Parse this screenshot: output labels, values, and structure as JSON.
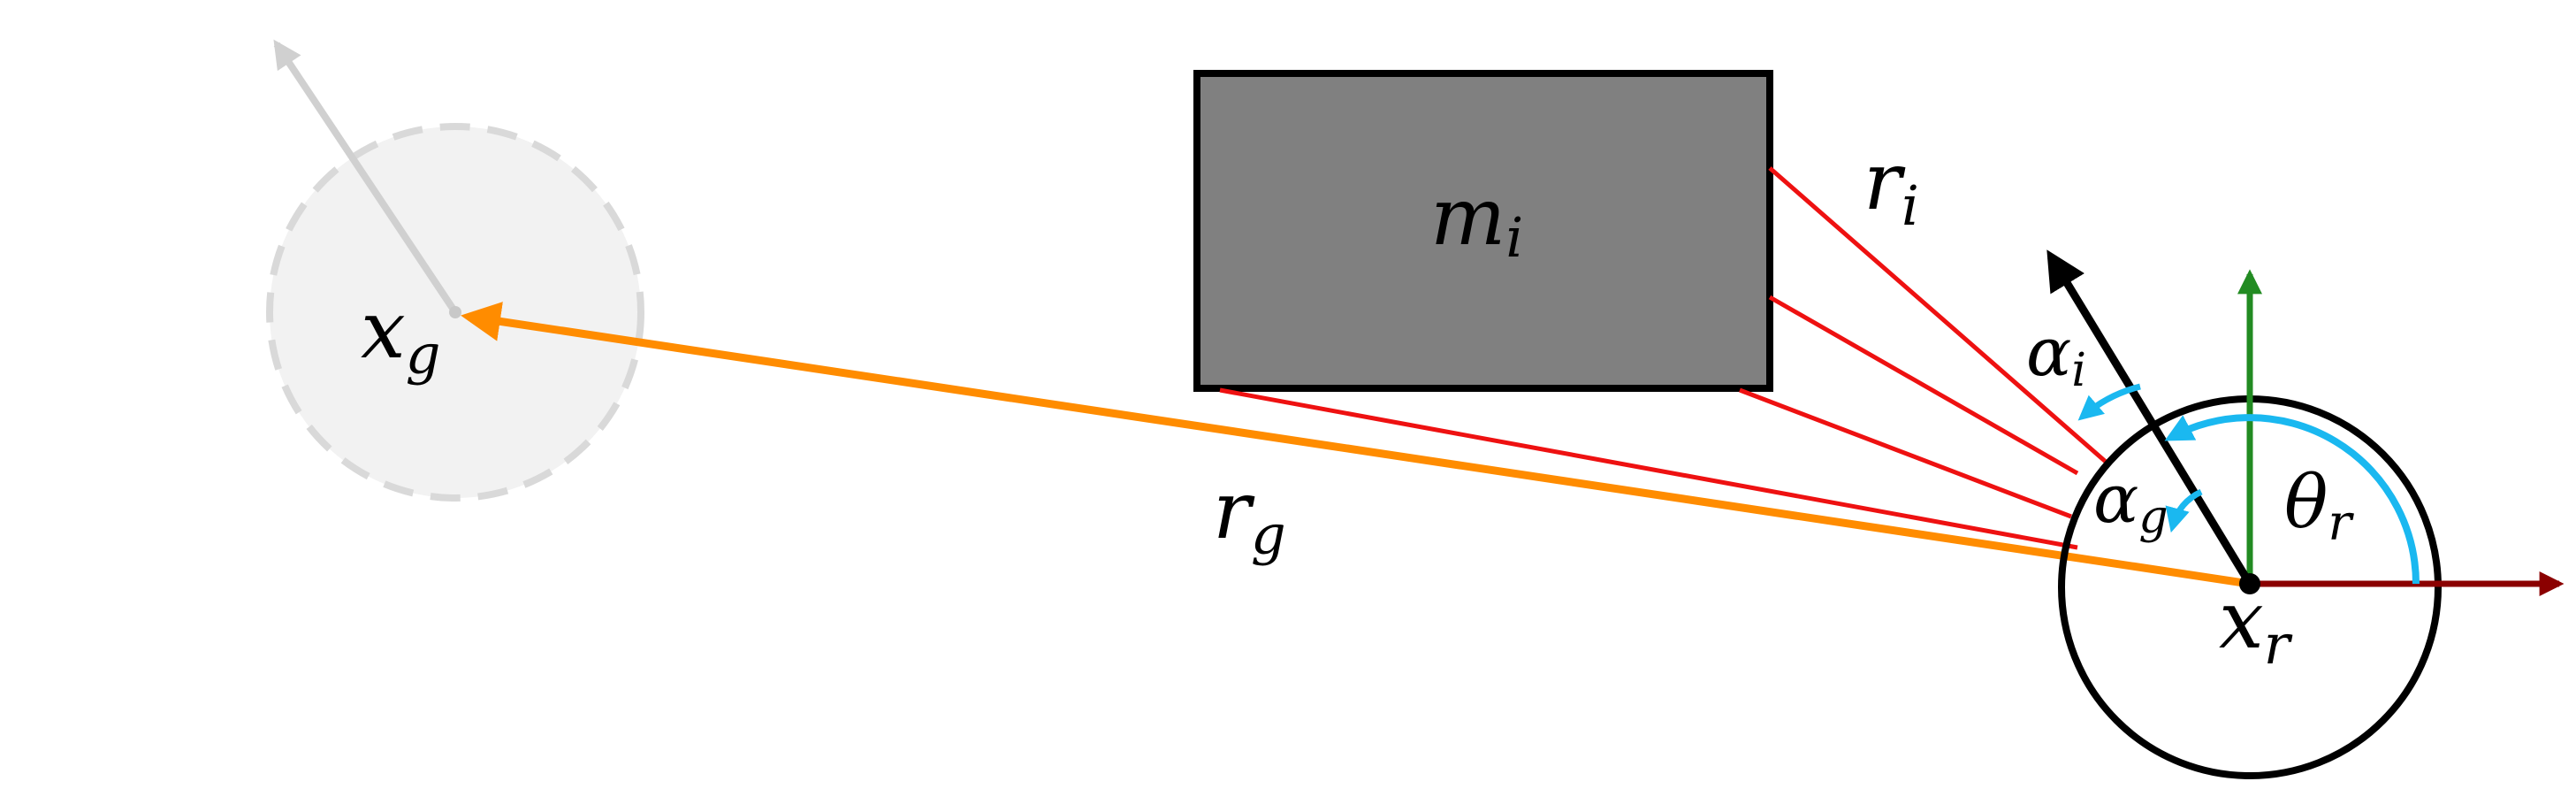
{
  "labels": {
    "obstacle": {
      "main": "m",
      "sub": "i"
    },
    "goal": {
      "main": "x",
      "sub": "g"
    },
    "robot": {
      "main": "x",
      "sub": "r"
    },
    "ray_obstacle": {
      "main": "r",
      "sub": "i"
    },
    "ray_goal": {
      "main": "r",
      "sub": "g"
    },
    "angle_obstacle": {
      "main": "α",
      "sub": "i"
    },
    "angle_goal": {
      "main": "α",
      "sub": "g"
    },
    "angle_heading": {
      "main": "θ",
      "sub": "r"
    }
  },
  "colors": {
    "obstacle_fill": "#808080",
    "goal_fill": "#f2f2f2",
    "goal_outline": "#d9d9d9",
    "goal_heading": "#d0d0d0",
    "ray": "#ee1111",
    "goal_vector": "#ff8c00",
    "angle_arc": "#1ab8f0",
    "x_axis": "#8b0000",
    "y_axis": "#228b22",
    "robot": "#000000"
  }
}
